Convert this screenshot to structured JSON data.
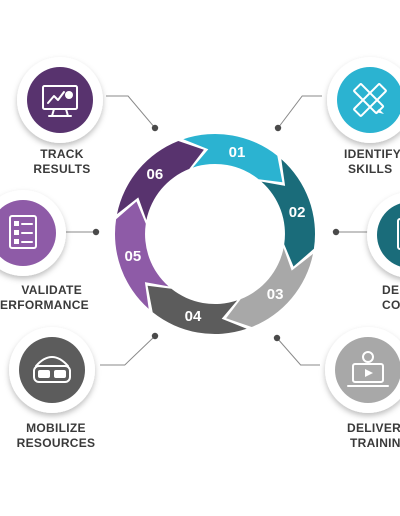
{
  "steps": [
    {
      "num": "01",
      "label_line1": "IDENTIFY",
      "label_line2": "SKILLS",
      "color": "#2bb3d1",
      "icon": "pencil-ruler-icon"
    },
    {
      "num": "02",
      "label_line1": "DE",
      "label_line2": "CO",
      "color": "#1a6c7a",
      "icon": "document-icon"
    },
    {
      "num": "03",
      "label_line1": "DELIVER",
      "label_line2": "TRAINING",
      "color": "#a8a8a8",
      "icon": "video-training-icon"
    },
    {
      "num": "04",
      "label_line1": "MOBILIZE",
      "label_line2": "RESOURCES",
      "color": "#5c5c5c",
      "icon": "vr-headset-icon"
    },
    {
      "num": "05",
      "label_line1": "VALIDATE",
      "label_line2": "PERFORMANCE",
      "color": "#8e5ba7",
      "icon": "checklist-icon"
    },
    {
      "num": "06",
      "label_line1": "TRACK",
      "label_line2": "RESULTS",
      "color": "#58336e",
      "icon": "analytics-monitor-icon"
    }
  ]
}
